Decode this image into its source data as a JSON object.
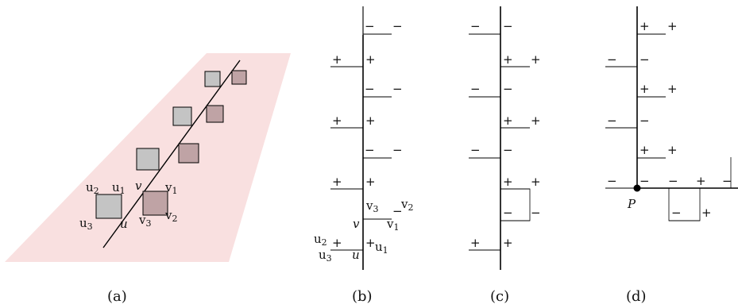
{
  "captions": {
    "a": "(a)",
    "b": "(b)",
    "c": "(c)",
    "d": "(d)"
  },
  "colors": {
    "plane": "#f9e0e0",
    "gray_square": "#c4c4c4",
    "mauve_square": "#bfa3a5",
    "line": "#000000"
  },
  "panel_a": {
    "labels": {
      "u1": "u1",
      "u2": "u2",
      "u3": "u3",
      "u": "u",
      "v": "v",
      "v1": "v1",
      "v2": "v2",
      "v3": "v3"
    }
  },
  "panel_b": {
    "signs": [
      "+",
      "−"
    ],
    "labels": {
      "v3": "v3",
      "v2": "v2",
      "v": "v",
      "v1": "v1",
      "u2": "u2",
      "u3": "u3",
      "u": "u",
      "u1": "u1"
    }
  },
  "panel_c": {
    "signs": [
      "+",
      "−"
    ]
  },
  "panel_d": {
    "signs": [
      "+",
      "−"
    ],
    "point_label": "P"
  }
}
